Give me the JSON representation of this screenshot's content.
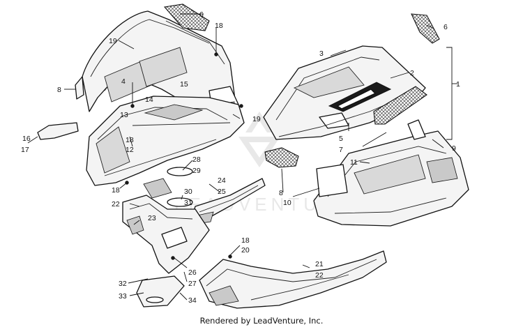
{
  "diagram": {
    "credit": "Rendered by LeadVenture, Inc.",
    "watermark": "LEADVENTURE",
    "callouts": [
      {
        "id": "c6a",
        "label": "6"
      },
      {
        "id": "c18a",
        "label": "18"
      },
      {
        "id": "c19a",
        "label": "19"
      },
      {
        "id": "c4",
        "label": "4"
      },
      {
        "id": "c15",
        "label": "15"
      },
      {
        "id": "c8a",
        "label": "8"
      },
      {
        "id": "c14",
        "label": "14"
      },
      {
        "id": "c13",
        "label": "13"
      },
      {
        "id": "c19b",
        "label": "19"
      },
      {
        "id": "c16",
        "label": "16"
      },
      {
        "id": "c17",
        "label": "17"
      },
      {
        "id": "c18b",
        "label": "18"
      },
      {
        "id": "c12",
        "label": "12"
      },
      {
        "id": "c28",
        "label": "28"
      },
      {
        "id": "c29",
        "label": "29"
      },
      {
        "id": "c24",
        "label": "24"
      },
      {
        "id": "c25",
        "label": "25"
      },
      {
        "id": "c18c",
        "label": "18"
      },
      {
        "id": "c30",
        "label": "30"
      },
      {
        "id": "c31",
        "label": "31"
      },
      {
        "id": "c22a",
        "label": "22"
      },
      {
        "id": "c23",
        "label": "23"
      },
      {
        "id": "c3",
        "label": "3"
      },
      {
        "id": "c6b",
        "label": "6"
      },
      {
        "id": "c1",
        "label": "1"
      },
      {
        "id": "c2",
        "label": "2"
      },
      {
        "id": "c5",
        "label": "5"
      },
      {
        "id": "c7",
        "label": "7"
      },
      {
        "id": "c9",
        "label": "9"
      },
      {
        "id": "c11",
        "label": "11"
      },
      {
        "id": "c8b",
        "label": "8"
      },
      {
        "id": "c10",
        "label": "10"
      },
      {
        "id": "c18d",
        "label": "18"
      },
      {
        "id": "c20",
        "label": "20"
      },
      {
        "id": "c26",
        "label": "26"
      },
      {
        "id": "c27",
        "label": "27"
      },
      {
        "id": "c21",
        "label": "21"
      },
      {
        "id": "c22b",
        "label": "22"
      },
      {
        "id": "c32",
        "label": "32"
      },
      {
        "id": "c33",
        "label": "33"
      },
      {
        "id": "c34",
        "label": "34"
      }
    ]
  }
}
